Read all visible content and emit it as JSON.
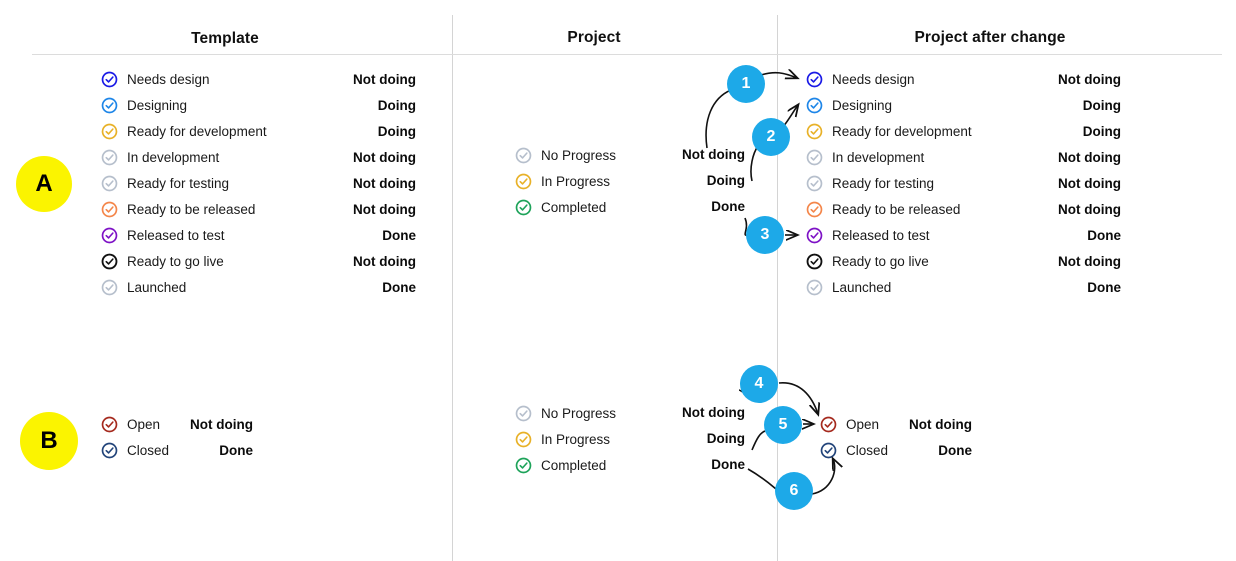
{
  "columns": {
    "template": "Template",
    "project": "Project",
    "project_after": "Project after change"
  },
  "markers": [
    {
      "id": "A",
      "label": "A"
    },
    {
      "id": "B",
      "label": "B"
    }
  ],
  "colors": {
    "accent_step": "#1DA9E8",
    "marker_yellow": "#FBF400",
    "divider": "#d4d4d4",
    "icon_blue_deep": "#1A1AE6",
    "icon_blue": "#1E86E8",
    "icon_amber": "#E8B128",
    "icon_grey": "#B6BFCC",
    "icon_orange": "#F4864A",
    "icon_purple": "#7E12C6",
    "icon_black": "#111111",
    "icon_green": "#1EA35A",
    "icon_darkred": "#A52A1E",
    "icon_navy": "#22447A"
  },
  "section_a": {
    "template_rows": [
      {
        "label": "Needs design",
        "value": "Not doing",
        "icon": "check-circle-icon",
        "color": "#1A1AE6"
      },
      {
        "label": "Designing",
        "value": "Doing",
        "icon": "check-circle-icon",
        "color": "#1E86E8"
      },
      {
        "label": "Ready for development",
        "value": "Doing",
        "icon": "check-circle-icon",
        "color": "#E8B128"
      },
      {
        "label": "In development",
        "value": "Not doing",
        "icon": "check-circle-icon",
        "color": "#B6BFCC"
      },
      {
        "label": "Ready for testing",
        "value": "Not doing",
        "icon": "check-circle-icon",
        "color": "#B6BFCC"
      },
      {
        "label": "Ready to be released",
        "value": "Not doing",
        "icon": "check-circle-icon",
        "color": "#F4864A"
      },
      {
        "label": "Released to test",
        "value": "Done",
        "icon": "check-circle-icon",
        "color": "#7E12C6"
      },
      {
        "label": "Ready to go live",
        "value": "Not doing",
        "icon": "check-circle-icon",
        "color": "#111111"
      },
      {
        "label": "Launched",
        "value": "Done",
        "icon": "check-circle-icon",
        "color": "#B6BFCC"
      }
    ],
    "project_legend": [
      {
        "label": "No Progress",
        "icon": "check-circle-icon",
        "color": "#B6BFCC"
      },
      {
        "label": "In Progress",
        "icon": "check-circle-icon",
        "color": "#E8B128"
      },
      {
        "label": "Completed",
        "icon": "check-circle-icon",
        "color": "#1EA35A"
      }
    ],
    "project_values": [
      "Not doing",
      "Doing",
      "Done"
    ],
    "after_rows": [
      {
        "label": "Needs design",
        "value": "Not doing",
        "icon": "check-circle-icon",
        "color": "#1A1AE6"
      },
      {
        "label": "Designing",
        "value": "Doing",
        "icon": "check-circle-icon",
        "color": "#1E86E8"
      },
      {
        "label": "Ready for development",
        "value": "Doing",
        "icon": "check-circle-icon",
        "color": "#E8B128"
      },
      {
        "label": "In development",
        "value": "Not doing",
        "icon": "check-circle-icon",
        "color": "#B6BFCC"
      },
      {
        "label": "Ready for testing",
        "value": "Not doing",
        "icon": "check-circle-icon",
        "color": "#B6BFCC"
      },
      {
        "label": "Ready to be released",
        "value": "Not doing",
        "icon": "check-circle-icon",
        "color": "#F4864A"
      },
      {
        "label": "Released to test",
        "value": "Done",
        "icon": "check-circle-icon",
        "color": "#7E12C6"
      },
      {
        "label": "Ready to go live",
        "value": "Not doing",
        "icon": "check-circle-icon",
        "color": "#111111"
      },
      {
        "label": "Launched",
        "value": "Done",
        "icon": "check-circle-icon",
        "color": "#B6BFCC"
      }
    ],
    "steps": [
      "1",
      "2",
      "3"
    ]
  },
  "section_b": {
    "template_rows": [
      {
        "label": "Open",
        "value": "Not doing",
        "icon": "check-circle-icon",
        "color": "#A52A1E"
      },
      {
        "label": "Closed",
        "value": "Done",
        "icon": "check-circle-icon",
        "color": "#22447A"
      }
    ],
    "project_legend": [
      {
        "label": "No Progress",
        "icon": "check-circle-icon",
        "color": "#B6BFCC"
      },
      {
        "label": "In Progress",
        "icon": "check-circle-icon",
        "color": "#E8B128"
      },
      {
        "label": "Completed",
        "icon": "check-circle-icon",
        "color": "#1EA35A"
      }
    ],
    "project_values": [
      "Not doing",
      "Doing",
      "Done"
    ],
    "after_rows": [
      {
        "label": "Open",
        "value": "Not doing",
        "icon": "check-circle-icon",
        "color": "#A52A1E"
      },
      {
        "label": "Closed",
        "value": "Done",
        "icon": "check-circle-icon",
        "color": "#22447A"
      }
    ],
    "steps": [
      "4",
      "5",
      "6"
    ]
  }
}
